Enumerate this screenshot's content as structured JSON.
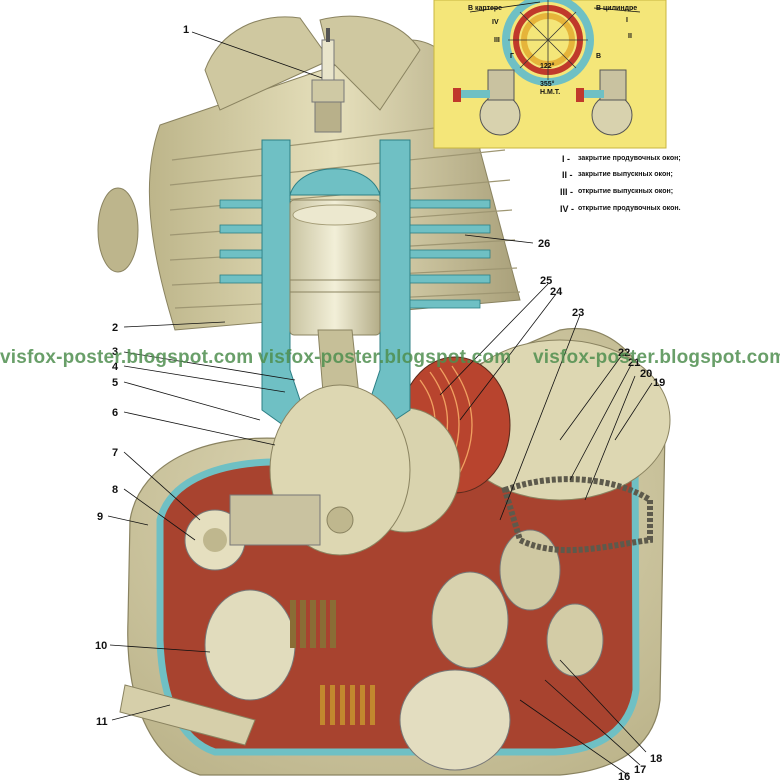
{
  "inset": {
    "label_crankcase": "В картере",
    "label_cylinder": "В цилиндре",
    "roman_left": [
      "IV",
      "III"
    ],
    "roman_right": [
      "I",
      "II"
    ],
    "letter_left": "Г",
    "letter_right": "В",
    "angle_bottom": "122°",
    "angle_outer": "355°",
    "bdc_label": "Н.М.Т."
  },
  "legend": [
    {
      "key": "I -",
      "text": "закрытие продувочных окон;"
    },
    {
      "key": "II -",
      "text": "закрытие выпускных окон;"
    },
    {
      "key": "III -",
      "text": "открытие выпускных окон;"
    },
    {
      "key": "IV -",
      "text": "открытие продувочных окон."
    }
  ],
  "callouts": [
    "1",
    "2",
    "3",
    "4",
    "5",
    "6",
    "7",
    "8",
    "9",
    "10",
    "11",
    "16",
    "17",
    "18",
    "19",
    "20",
    "21",
    "22",
    "23",
    "24",
    "25",
    "26"
  ],
  "watermark": [
    "visfox-poster.blogspot.com",
    "visfox-poster.blogspot.com",
    "visfox-poster.blogspot.com"
  ],
  "colors": {
    "metal": "#d8d2a6",
    "cutaway_blue": "#6fc0c4",
    "crankcase_red": "#a8432f",
    "inset_bg": "#f4e679",
    "watermark": "#4f8f4f"
  }
}
